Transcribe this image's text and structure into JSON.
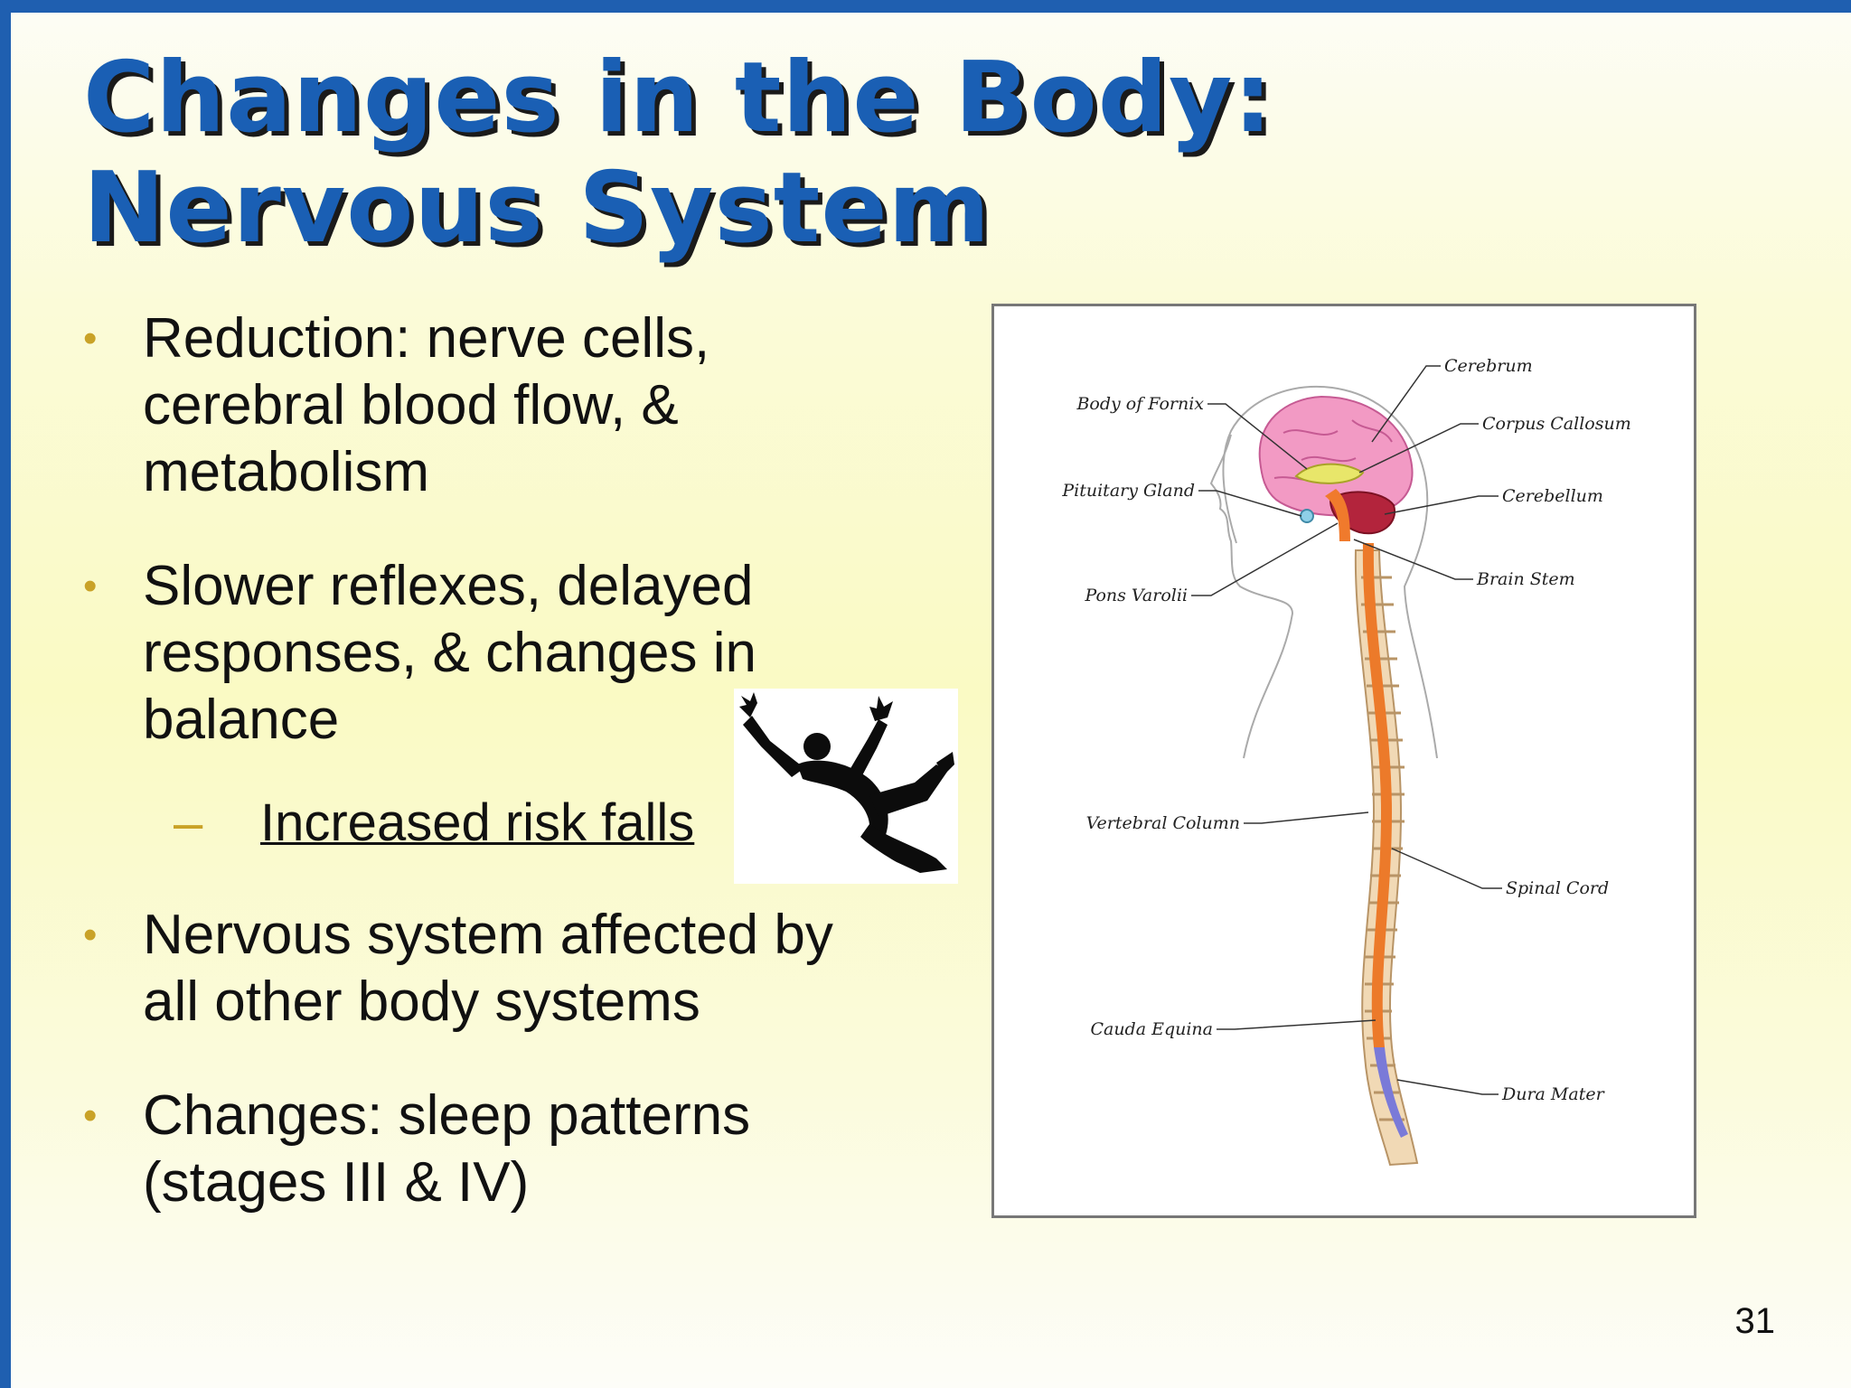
{
  "slide": {
    "title_line1": "Changes in the Body:",
    "title_line2": "Nervous System",
    "page_number": "31",
    "bullet_symbol": "•",
    "sub_bullet_symbol": "–"
  },
  "bullets": [
    {
      "lines": [
        "Reduction: nerve cells,",
        "cerebral blood flow, &",
        "metabolism"
      ]
    },
    {
      "lines": [
        "Slower reflexes, delayed",
        "responses, & changes in",
        "balance"
      ]
    },
    {
      "lines": [
        "Nervous system affected by",
        "all other body systems"
      ]
    },
    {
      "lines": [
        "Changes: sleep patterns",
        "(stages III & IV)"
      ]
    }
  ],
  "sub_bullet": {
    "text": "Increased risk falls"
  },
  "diagram_labels": {
    "cerebrum": "Cerebrum",
    "body_of_fornix": "Body of Fornix",
    "corpus_callosum": "Corpus Callosum",
    "pituitary_gland": "Pituitary Gland",
    "cerebellum": "Cerebellum",
    "pons_varolii": "Pons Varolii",
    "brain_stem": "Brain Stem",
    "vertebral_column": "Vertebral Column",
    "spinal_cord": "Spinal Cord",
    "cauda_equina": "Cauda Equina",
    "dura_mater": "Dura Mater"
  },
  "colors": {
    "title": "#1a5fb4",
    "accent_bar": "#1f5fb0",
    "bullet_marker": "#c9a227",
    "brain": "#f29ac4",
    "spinal_cord": "#ec7a2a",
    "vertebrae": "#f1d9b5"
  }
}
